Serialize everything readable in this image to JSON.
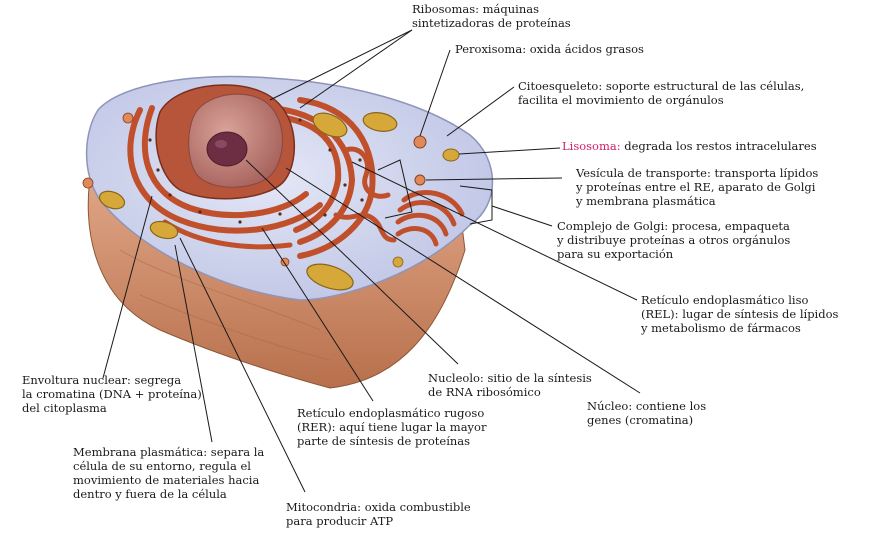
{
  "colors": {
    "cytoplasm": "#cdd3ee",
    "cell_body": "#c98a66",
    "organelle_red": "#c0502c",
    "mitochondria": "#d6a83a",
    "nucleus": "#b9706a",
    "nucleolus": "#6d2e44",
    "lysosome_label": "#d0206a",
    "leader_line": "#1a1a1a"
  },
  "labels": {
    "ribosomas": [
      "Ribosomas: máquinas",
      "sintetizadoras de proteínas"
    ],
    "peroxisoma": [
      "Peroxisoma: oxida ácidos grasos"
    ],
    "citoesqueleto": [
      "Citoesqueleto: soporte estructural de las células,",
      "facilita el movimiento de orgánulos"
    ],
    "lisosoma": {
      "term": "Lisosoma:",
      "rest": " degrada los restos intracelulares"
    },
    "vesicula": [
      "Vesícula de transporte: transporta lípidos",
      "y proteínas entre el RE, aparato de Golgi",
      "y membrana plasmática"
    ],
    "golgi": [
      "Complejo de Golgi: procesa, empaqueta",
      "y distribuye proteínas a otros orgánulos",
      "para su exportación"
    ],
    "rel": [
      "Retículo endoplasmático liso",
      "(REL): lugar de síntesis de lípidos",
      "y metabolismo de fármacos"
    ],
    "envoltura": [
      "Envoltura nuclear: segrega",
      "la cromatina (DNA + proteína)",
      "del citoplasma"
    ],
    "nucleolo": [
      "Nucleolo: sitio de la síntesis",
      "de RNA ribosómico"
    ],
    "nucleo": [
      "Núcleo: contiene los",
      "genes (cromatina)"
    ],
    "rer": [
      "Retículo endoplasmático rugoso",
      "(RER): aquí tiene lugar la mayor",
      "parte de síntesis de proteínas"
    ],
    "membrana": [
      "Membrana plasmática: separa la",
      "célula de su entorno, regula el",
      "movimiento de materiales hacia",
      "dentro y fuera de la célula"
    ],
    "mitocondria": [
      "Mitocondria: oxida combustible",
      "para producir ATP"
    ]
  }
}
